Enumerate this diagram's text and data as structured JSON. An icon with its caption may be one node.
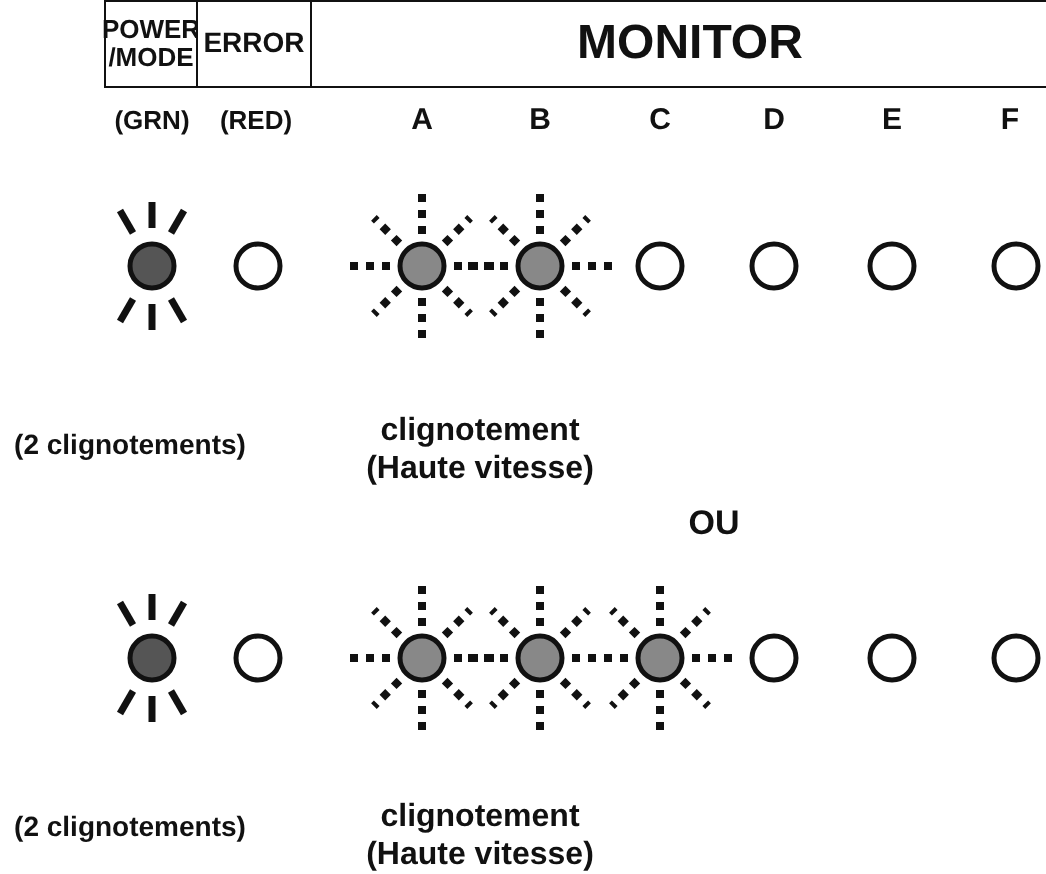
{
  "diagram": {
    "nodes": [
      {
        "text": [
          "POWER /MODE"
        ]
      },
      {
        "text": [
          "ERROR"
        ]
      },
      {
        "text": [
          "MONITOR"
        ]
      }
    ],
    "labels": [
      "(GRN)",
      "(RED)",
      "A",
      "B",
      "C",
      "D",
      "E",
      "F",
      "(2 clignotements)",
      "clignotement (Haute vitesse)",
      "OU",
      "(2 clignotements)",
      "clignotement (Haute vitesse)"
    ]
  }
}
